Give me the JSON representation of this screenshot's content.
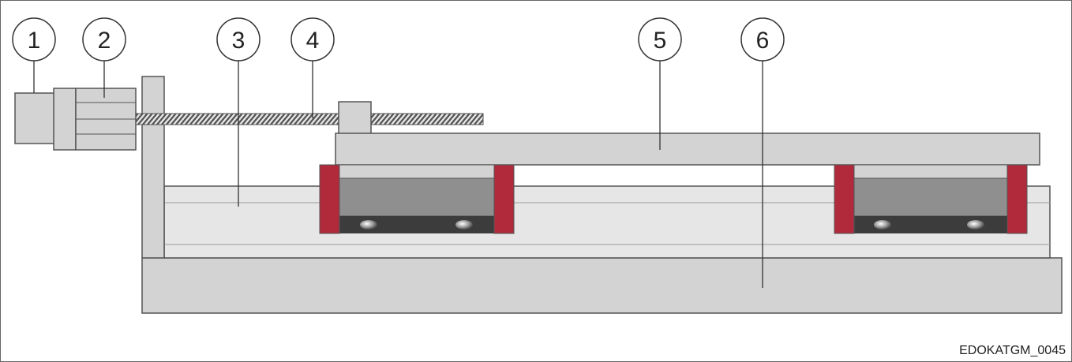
{
  "callouts": [
    "1",
    "2",
    "3",
    "4",
    "5",
    "6"
  ],
  "reference_code": "EDOKATGM_0045",
  "colors": {
    "frame": "#555555",
    "part_fill": "#d3d3d3",
    "rail_fill": "#e6e6e6",
    "block_body": "#8f8f8f",
    "block_base": "#3c3c3c",
    "block_end_cap": "#b02a3b",
    "screw_fill": "#555555",
    "leader": "#333333"
  }
}
